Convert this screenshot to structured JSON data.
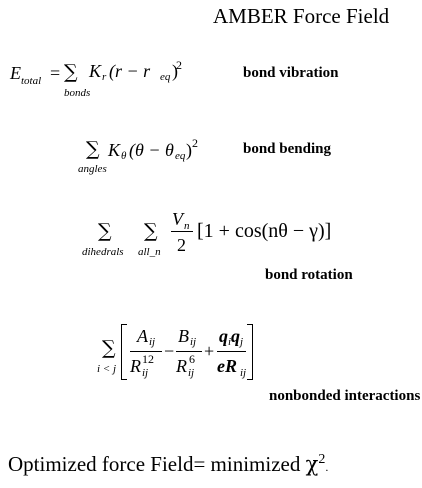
{
  "title": "AMBER Force Field",
  "labels": {
    "bond_vibration": "bond vibration",
    "bond_bending": "bond bending",
    "bond_rotation": "bond rotation",
    "nonbonded": "nonbonded interactions"
  },
  "eq1": {
    "lhs": "E",
    "lhs_sub": "total",
    "equals": "=",
    "sum": "∑",
    "sum_sub": "bonds",
    "body": "K",
    "body_sub": "r",
    "paren": "(r − r",
    "paren_sub": "eq",
    "close": ")",
    "exp": "2"
  },
  "eq2": {
    "sum": "∑",
    "sum_sub": "angles",
    "body": "K",
    "body_sub": "θ",
    "paren": "(θ − θ",
    "paren_sub": "eq",
    "close": ")",
    "exp": "2"
  },
  "eq3": {
    "sum": "∑",
    "sum_sub1": "dihedrals",
    "sum_sub2": "all_n",
    "num": "V",
    "num_sub": "n",
    "den": "2",
    "bracket": "[1 + cos(nθ − γ)]"
  },
  "eq4": {
    "sum": "∑",
    "sum_sub": "i < j",
    "t1_num": "A",
    "t1_num_sub": "ij",
    "t1_den": "R",
    "t1_den_sub": "ij",
    "t1_den_sup": "12",
    "minus": "−",
    "t2_num": "B",
    "t2_num_sub": "ij",
    "t2_den": "R",
    "t2_den_sub": "ij",
    "t2_den_sup": "6",
    "plus": "+",
    "t3_num": "q",
    "t3_num_sub1": "i",
    "t3_num2": "q",
    "t3_num_sub2": "j",
    "t3_den": "eR",
    "t3_den_sub": "ij"
  },
  "footer": {
    "text": "Optimized force Field= minimized ",
    "chi": "χ",
    "exp": "2",
    "period": "."
  }
}
